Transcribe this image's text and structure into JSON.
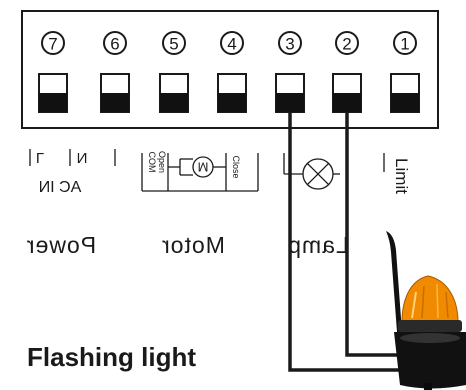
{
  "terminals": [
    "7",
    "6",
    "5",
    "4",
    "3",
    "2",
    "1"
  ],
  "labels": {
    "limit": "Limit",
    "ac_in": "AC IN",
    "l": "L",
    "n": "N",
    "open": "Open",
    "com": "COM",
    "close": "Close",
    "motor_symbol": "M",
    "power": "Power",
    "motor": "Motor",
    "lamp": "Lamp",
    "flashing_light": "Flashing light"
  },
  "colors": {
    "line": "#1a1a1a",
    "wire": "#1a1a1a",
    "lamp_amber": "#f08a00",
    "lamp_base": "#111111"
  },
  "icons": {
    "motor": "motor-circle-icon",
    "lamp": "lamp-cross-icon",
    "flashing_light": "beacon-light-icon"
  }
}
